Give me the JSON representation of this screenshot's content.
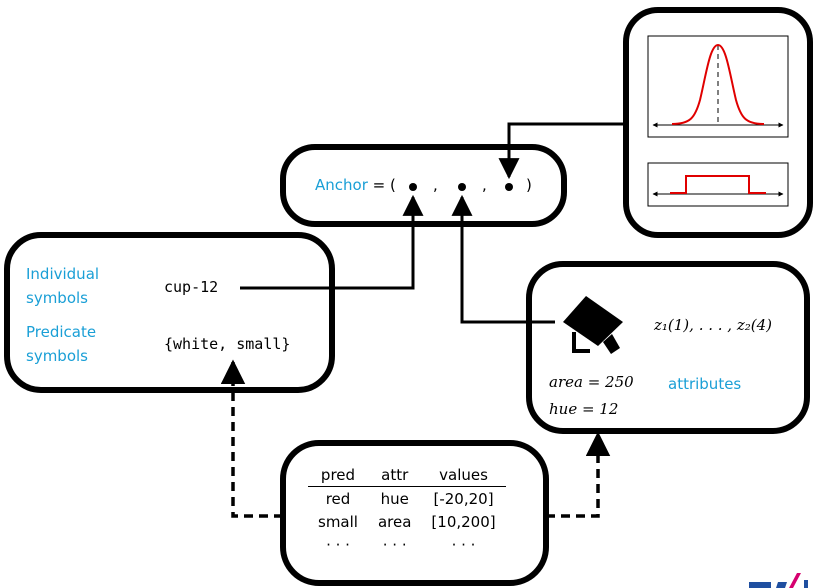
{
  "anchor": {
    "word": "Anchor",
    "eq": "= (",
    "close": ")"
  },
  "symbols": {
    "individual_label_1": "Individual",
    "individual_label_2": "symbols",
    "predicate_label_1": "Predicate",
    "predicate_label_2": "symbols",
    "individual_value": "cup-12",
    "predicate_value": "{white, small}"
  },
  "percept": {
    "signature": "z₁(1), . . . , z₂(4)",
    "area": "area = 250",
    "hue": "hue = 12",
    "attributes_label": "attributes"
  },
  "table": {
    "headers": [
      "pred",
      "attr",
      "values"
    ],
    "rows": [
      [
        "red",
        "hue",
        "[-20,20]"
      ],
      [
        "small",
        "area",
        "[10,200]"
      ],
      [
        "· · ·",
        "· · ·",
        "· · ·"
      ]
    ]
  },
  "colors": {
    "accent": "#1a9fd6",
    "curve": "#e00000",
    "border": "#000000",
    "logo": "#1f4fa0",
    "logo_accent": "#d6006f"
  },
  "icons": {
    "camera": "camera-icon",
    "gaussian": "gaussian-curve-icon",
    "rect": "rect-function-icon"
  }
}
